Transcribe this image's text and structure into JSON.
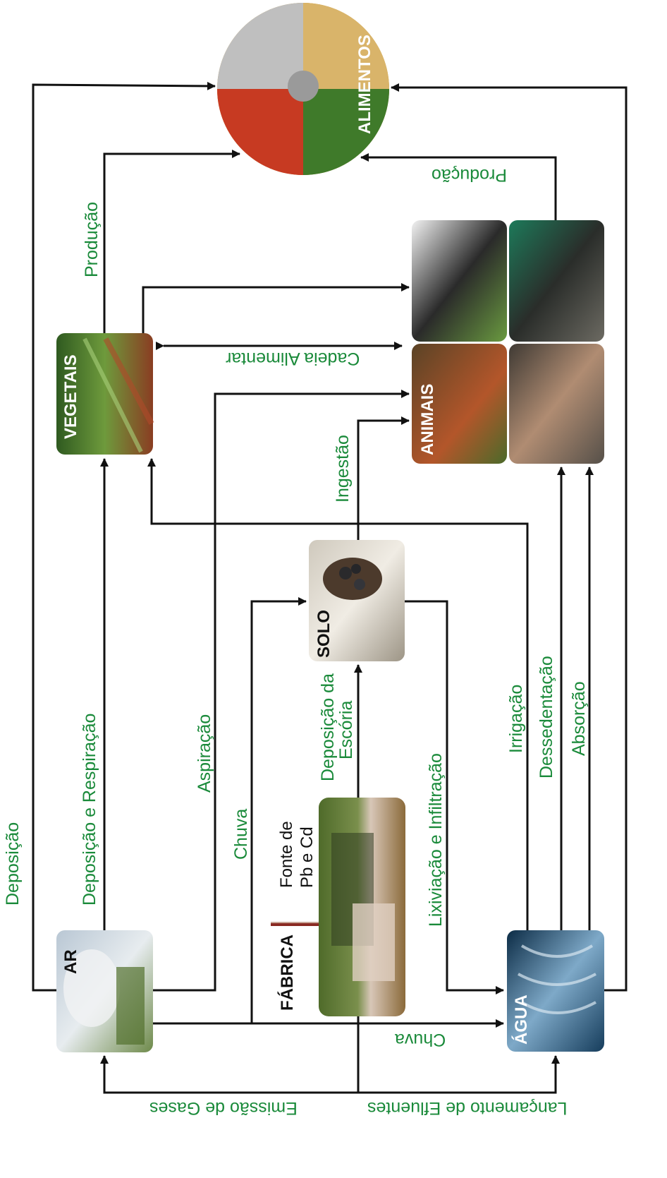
{
  "nodes": {
    "ar": "AR",
    "fabrica": "FÁBRICA",
    "fonte_line1": "Fonte de",
    "fonte_line2": "Pb e Cd",
    "solo": "SOLO",
    "agua": "ÁGUA",
    "vegetais": "VEGETAIS",
    "animais": "ANIMAIS",
    "alimentos": "ALIMENTOS"
  },
  "edges": {
    "deposicao": "Deposição",
    "deposicao_respiracao": "Deposição e Respiração",
    "aspiracao": "Aspiração",
    "chuva_up": "Chuva",
    "deposicao_escoria_1": "Deposição da",
    "deposicao_escoria_2": "Escória",
    "lixiviacao": "Lixiviação e Infiltração",
    "irrigacao": "Irrigação",
    "dessedentacao": "Dessedentação",
    "absorcao": "Absorção",
    "ingestao": "Ingestão",
    "producao_veg": "Produção",
    "producao_anim": "Produção",
    "cadeia": "Cadeia Alimentar",
    "chuva_down": "Chuva",
    "emissao": "Emissão de Gases",
    "lancamento": "Lançamento de Efluentes"
  },
  "colors": {
    "label_green": "#1a8a3a",
    "arrow": "#111111"
  }
}
